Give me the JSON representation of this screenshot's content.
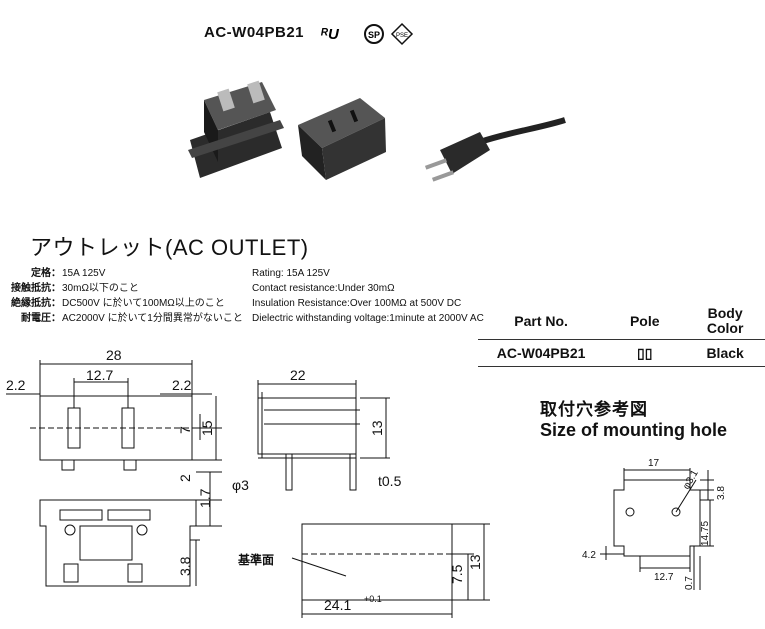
{
  "header": {
    "model": "AC-W04PB21",
    "cert_marks": [
      "UL-mark",
      "CSA-mark",
      "PSE-mark"
    ],
    "pse_label": "PSE"
  },
  "product_title": "アウトレット(AC OUTLET)",
  "specs_jp": [
    {
      "label": "定格：",
      "value": "15A 125V"
    },
    {
      "label": "接触抵抗：",
      "value": "30mΩ以下のこと"
    },
    {
      "label": "絶縁抵抗：",
      "value": "DC500V に於いて100MΩ以上のこと"
    },
    {
      "label": "耐電圧：",
      "value": "AC2000V に於いて1分間異常がないこと"
    }
  ],
  "specs_en": [
    "Rating: 15A 125V",
    "Contact resistance:Under 30mΩ",
    "Insulation Resistance:Over 100MΩ at 500V DC",
    "Dielectric withstanding voltage:1minute at 2000V AC"
  ],
  "parts_table": {
    "headers": [
      "Part No.",
      "Pole",
      "Body Color"
    ],
    "rows": [
      [
        "AC-W04PB21",
        "▯▯",
        "Black"
      ]
    ]
  },
  "mounting_hole": {
    "title_jp": "取付穴参考図",
    "title_en": "Size of mounting hole",
    "dims": {
      "w": "17",
      "h": "3.8",
      "hole": "φ3.1",
      "right": "14.75",
      "left": "4.2",
      "bottom": "12.7",
      "bottom_r": "0.7"
    }
  },
  "drawings": {
    "front": {
      "w": "28",
      "pin": "12.7",
      "l": "2.2",
      "r": "2.2",
      "h1": "7",
      "h2": "15"
    },
    "side": {
      "w": "22",
      "h": "13",
      "dia": "φ3",
      "t": "t0.5"
    },
    "front2": {
      "a": "2",
      "b": "1.7",
      "c": "3.8"
    },
    "bottom": {
      "label": "基準面",
      "w": "24.1",
      "w_tol": "+0.1",
      "h1": "7.5",
      "h2": "13"
    }
  },
  "colors": {
    "ink": "#111111",
    "body": "#2b2b2b"
  }
}
